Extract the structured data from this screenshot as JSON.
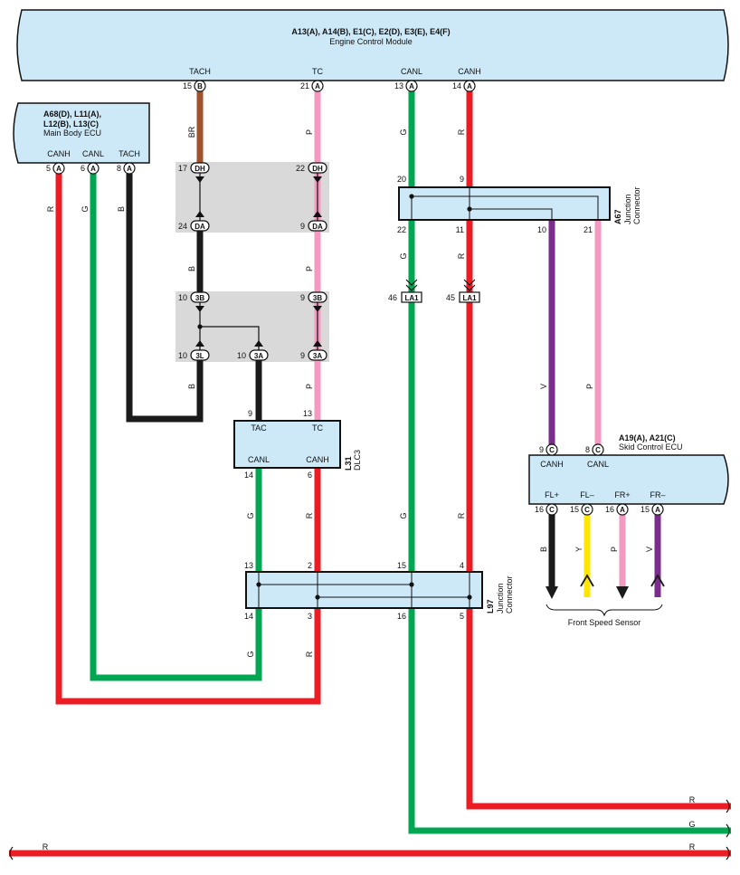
{
  "colors": {
    "box_fill": "#cde9f8",
    "junction_bg": "#d9d9d9",
    "wire_R": "#ec1c24",
    "wire_G": "#00a651",
    "wire_BR": "#a0522d",
    "wire_P": "#f49ac1",
    "wire_B": "#1a1a1a",
    "wire_V": "#7b2d8e",
    "wire_Y": "#ffe600"
  },
  "ecm": {
    "connectors": "A13(A), A14(B), E1(C), E2(D), E3(E), E4(F)",
    "name": "Engine Control Module",
    "tach": {
      "label": "TACH",
      "pin": "15",
      "conn": "B"
    },
    "tc": {
      "label": "TC",
      "pin": "21",
      "conn": "A"
    },
    "canl": {
      "label": "CANL",
      "pin": "13",
      "conn": "A"
    },
    "canh": {
      "label": "CANH",
      "pin": "14",
      "conn": "A"
    }
  },
  "body_ecu": {
    "line1": "A68(D), L11(A),",
    "line2": "L12(B), L13(C)",
    "name": "Main Body ECU",
    "canh": {
      "label": "CANH",
      "pin": "5",
      "conn": "A"
    },
    "canl": {
      "label": "CANL",
      "pin": "6",
      "conn": "A"
    },
    "tach": {
      "label": "TACH",
      "pin": "8",
      "conn": "A"
    }
  },
  "wire_labels": {
    "tach_top": "BR",
    "tc_top": "P",
    "canl_top": "G",
    "canh_top": "R",
    "body_canh": "R",
    "body_canl": "G",
    "body_tach": "B",
    "tach_mid": "B",
    "tc_mid": "P",
    "canl_mid": "G",
    "canh_mid": "R",
    "tach_low": "B",
    "tc_low": "P",
    "a67_v": "V",
    "a67_p": "P",
    "dlc_canl": "G",
    "dlc_canh": "R",
    "canl_low": "G",
    "canh_low": "R",
    "l97_14": "G",
    "l97_3": "R",
    "bottom_r1": "R",
    "bottom_g": "G",
    "bottom_r2": "R",
    "bottom_r2_left": "R",
    "fs_b": "B",
    "fs_y": "Y",
    "fs_p": "P",
    "fs_v": "V"
  },
  "dh": {
    "p17": "17",
    "c17": "DH",
    "p22": "22",
    "c22": "DH",
    "p24": "24",
    "c24": "DA",
    "p9": "9",
    "c9": "DA"
  },
  "j3": {
    "p10a": "10",
    "c10a": "3B",
    "p9a": "9",
    "c9a": "3B",
    "p10b": "10",
    "c10b": "3L",
    "p10c": "10",
    "c10c": "3A",
    "p9b": "9",
    "c9b": "3A"
  },
  "a67": {
    "id": "A67",
    "name1": "Junction",
    "name2": "Connector",
    "p20": "20",
    "p9": "9",
    "p22": "22",
    "p11": "11",
    "p10": "10",
    "p21": "21"
  },
  "la1": {
    "p46": "46",
    "c46": "LA1",
    "p45": "45",
    "c45": "LA1"
  },
  "dlc3": {
    "id": "L31",
    "name": "DLC3",
    "tac": "TAC",
    "tc": "TC",
    "canl": "CANL",
    "canh": "CANH",
    "p9": "9",
    "p13": "13",
    "p14": "14",
    "p6": "6"
  },
  "l97": {
    "id": "L97",
    "name1": "Junction",
    "name2": "Connector",
    "p13": "13",
    "p2": "2",
    "p15": "15",
    "p4": "4",
    "p14": "14",
    "p3": "3",
    "p16": "16",
    "p5": "5"
  },
  "skid": {
    "connectors": "A19(A), A21(C)",
    "name": "Skid Control ECU",
    "canh": {
      "label": "CANH",
      "pin": "9",
      "conn": "C"
    },
    "canl": {
      "label": "CANL",
      "pin": "8",
      "conn": "C"
    },
    "fl_plus": {
      "label": "FL+",
      "pin": "16",
      "conn": "C"
    },
    "fl_minus": {
      "label": "FL–",
      "pin": "15",
      "conn": "C"
    },
    "fr_plus": {
      "label": "FR+",
      "pin": "16",
      "conn": "A"
    },
    "fr_minus": {
      "label": "FR–",
      "pin": "15",
      "conn": "A"
    }
  },
  "front_speed_sensor": "Front Speed Sensor"
}
